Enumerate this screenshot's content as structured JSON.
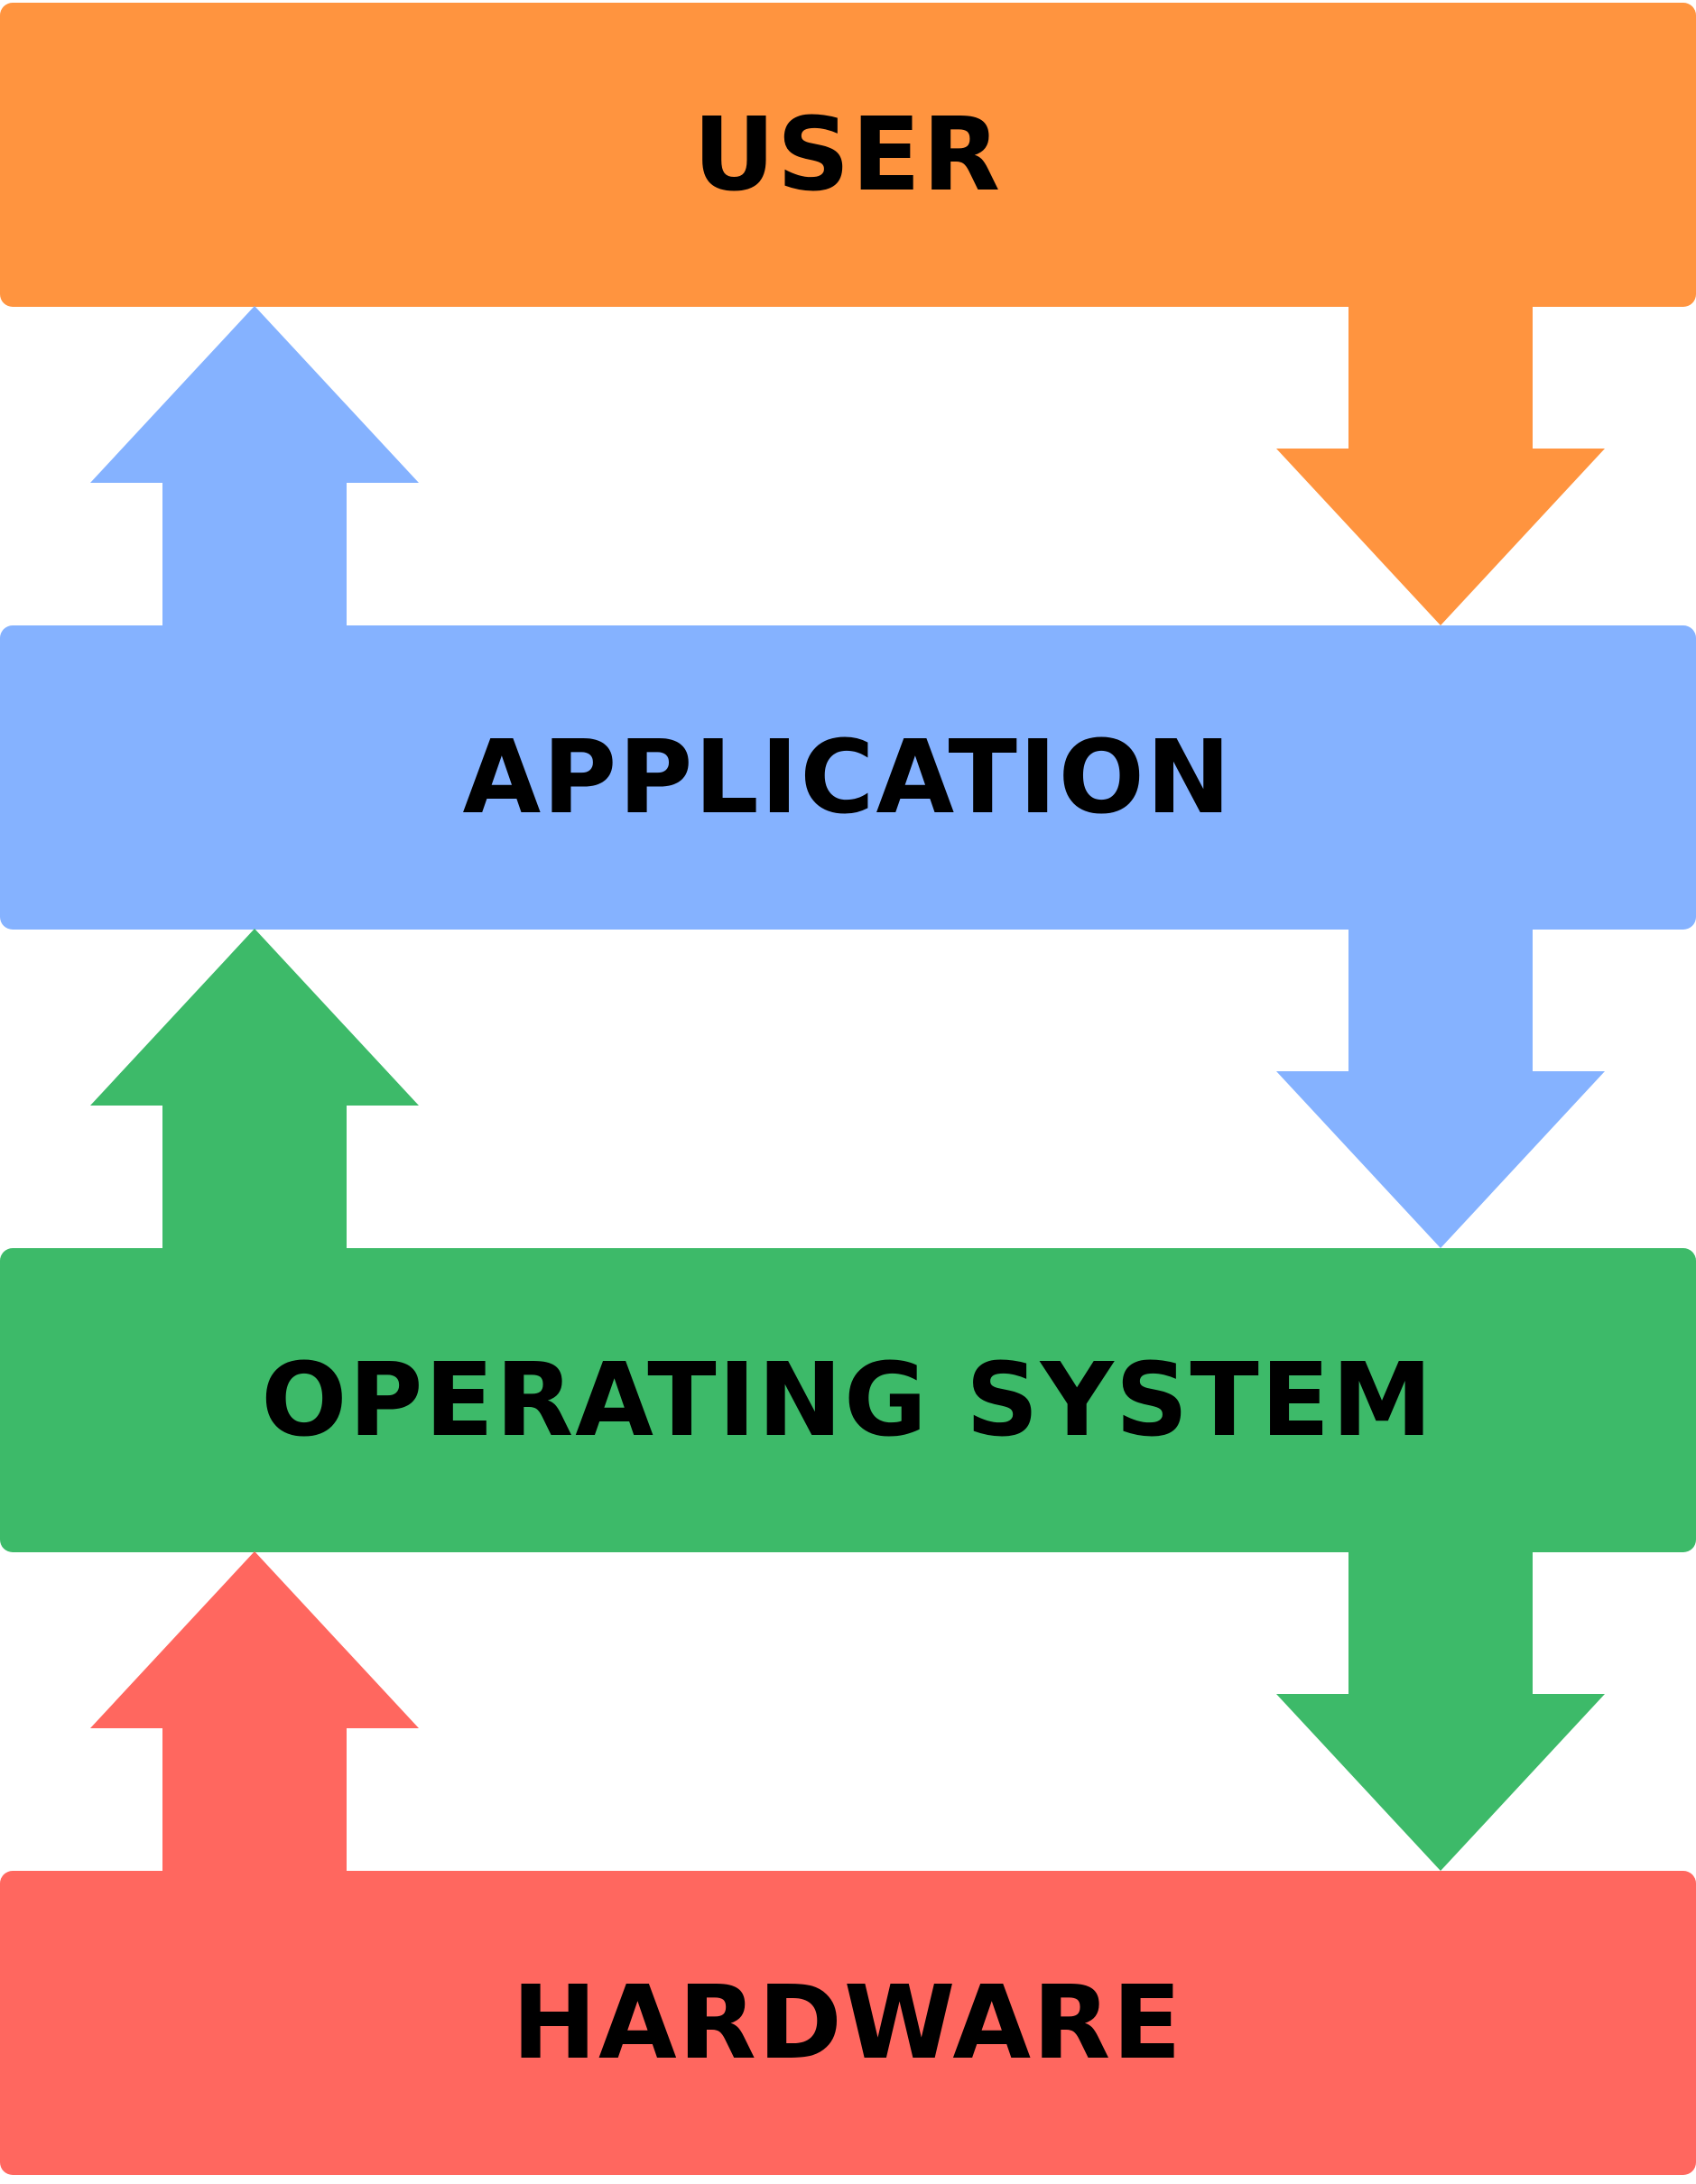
{
  "layers": [
    {
      "label": "USER",
      "color": "#FF943F"
    },
    {
      "label": "APPLICATION",
      "color": "#85B2FF"
    },
    {
      "label": "OPERATING SYSTEM",
      "color": "#3DBA69"
    },
    {
      "label": "HARDWARE",
      "color": "#FF675F"
    }
  ],
  "arrows": [
    {
      "direction": "up",
      "from": "APPLICATION",
      "to": "USER",
      "color": "#85B2FF",
      "icon": "up-arrow-icon"
    },
    {
      "direction": "down",
      "from": "USER",
      "to": "APPLICATION",
      "color": "#FF943F",
      "icon": "down-arrow-icon"
    },
    {
      "direction": "up",
      "from": "OPERATING SYSTEM",
      "to": "APPLICATION",
      "color": "#3DBA69",
      "icon": "up-arrow-icon"
    },
    {
      "direction": "down",
      "from": "APPLICATION",
      "to": "OPERATING SYSTEM",
      "color": "#85B2FF",
      "icon": "down-arrow-icon"
    },
    {
      "direction": "up",
      "from": "HARDWARE",
      "to": "OPERATING SYSTEM",
      "color": "#FF675F",
      "icon": "up-arrow-icon"
    },
    {
      "direction": "down",
      "from": "OPERATING SYSTEM",
      "to": "HARDWARE",
      "color": "#3DBA69",
      "icon": "down-arrow-icon"
    }
  ]
}
